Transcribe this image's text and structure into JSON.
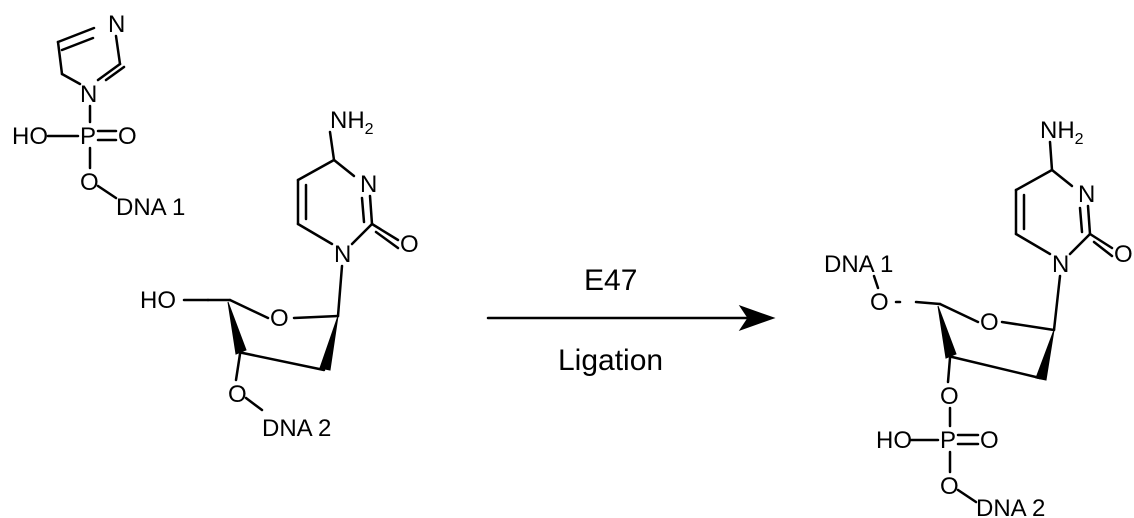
{
  "reagent_phosphorimidazolide": {
    "imidazole_N": "N",
    "ring_N": "N",
    "hydroxyl": "HO",
    "phosphorus": "P",
    "oxo": "O",
    "ester_O": "O",
    "strand": "DNA 1"
  },
  "reagent_nucleoside": {
    "amine": "NH",
    "amine_sub": "2",
    "N3": "N",
    "N1": "N",
    "carbonyl_O": "O",
    "hydroxyl": "HO",
    "ring_O": "O",
    "ester_O": "O",
    "strand": "DNA 2"
  },
  "arrow": {
    "enzyme": "E47",
    "process": "Ligation"
  },
  "product": {
    "amine": "NH",
    "amine_sub": "2",
    "N3": "N",
    "N1": "N",
    "carbonyl_O": "O",
    "strand1": "DNA 1",
    "O5": "O",
    "ring_O": "O",
    "O3": "O",
    "hydroxyl": "HO",
    "phosphorus": "P",
    "oxo": "O",
    "ester_O": "O",
    "strand2": "DNA 2"
  }
}
